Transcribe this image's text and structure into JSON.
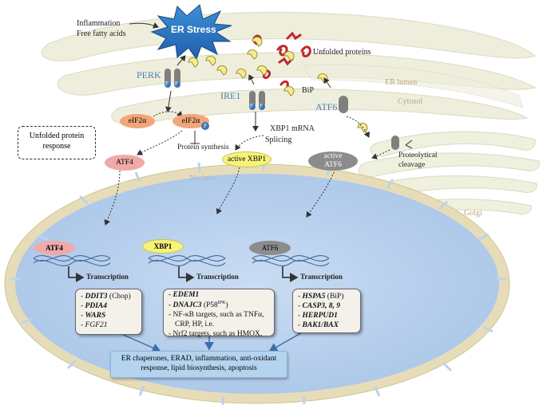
{
  "stress": {
    "label": "ER Stress",
    "triggers": [
      "Inflammation",
      "Free fatty acids"
    ]
  },
  "unfolded_proteins": "Unfolded proteins",
  "bip": "BiP",
  "er_lumen": "ER lumen",
  "cytosol": "Cytosol",
  "golgi": "Golgi",
  "nucleus": "Nucleus",
  "sensors": {
    "perk": "PERK",
    "ire1": "IRE1",
    "atf6": "ATF6"
  },
  "perk_arm": {
    "eif2a": "eIF2α",
    "eif2a_p": "eIF2α",
    "phospho": "P",
    "protein_synthesis": "Protein synthesis",
    "atf4": "ATF4"
  },
  "ire1_arm": {
    "mrna": "XBP1 mRNA",
    "splicing": "Splicing",
    "active_xbp1": "active XBP1"
  },
  "atf6_arm": {
    "cleavage": [
      "Proteolytical",
      "cleavage"
    ],
    "active_atf6": [
      "active",
      "ATF6"
    ]
  },
  "upr_label": [
    "Unfolded protein",
    "response"
  ],
  "tf": {
    "atf4": "ATF4",
    "xbp1": "XBP1",
    "atf6": "ATF6"
  },
  "transcription": "Transcription",
  "targets": {
    "atf4": [
      {
        "name": "DDIT3",
        "suffix": " (Chop)"
      },
      {
        "name": "PDIA4",
        "suffix": ""
      },
      {
        "name": "WARS",
        "suffix": ""
      },
      {
        "name": "FGF21",
        "suffix": ""
      }
    ],
    "xbp1": [
      {
        "name": "EDEM1",
        "suffix": ""
      },
      {
        "name": "DNAJC3",
        "suffix": " (P58",
        "sup": "IPK",
        "tail": ")"
      },
      {
        "text": "NF-κB targets, such as TNFα,"
      },
      {
        "text": "CRP, HP, i.e."
      },
      {
        "text": "Nrf2 targets, such as HMOX,"
      }
    ],
    "atf6": [
      {
        "name": "HSPA5",
        "suffix": " (BiP)"
      },
      {
        "name": "CASP3, 8, 9",
        "suffix": ""
      },
      {
        "name": "HERPUD1",
        "suffix": ""
      },
      {
        "name": "BAK1/BAX",
        "suffix": ""
      }
    ]
  },
  "outcome": [
    "ER chaperones, ERAD, inflammation, anti-oxidant",
    "response, lipid biosynthesis, apoptosis"
  ],
  "colors": {
    "nucleus": "#bcd2ee",
    "nucleus_ring": "#d9cfaa",
    "atf4": "#efaaa8",
    "xbp1": "#f6f27a",
    "atf6": "#8c8c8c",
    "eif2a": "#f2a679",
    "phospho": "#3f73b8",
    "receptor": "#7f7f7f",
    "unfolded": "#c0272d",
    "bip": "#f4ec8a",
    "er": "#eeedd9",
    "outcome": "#b3d3ef"
  }
}
